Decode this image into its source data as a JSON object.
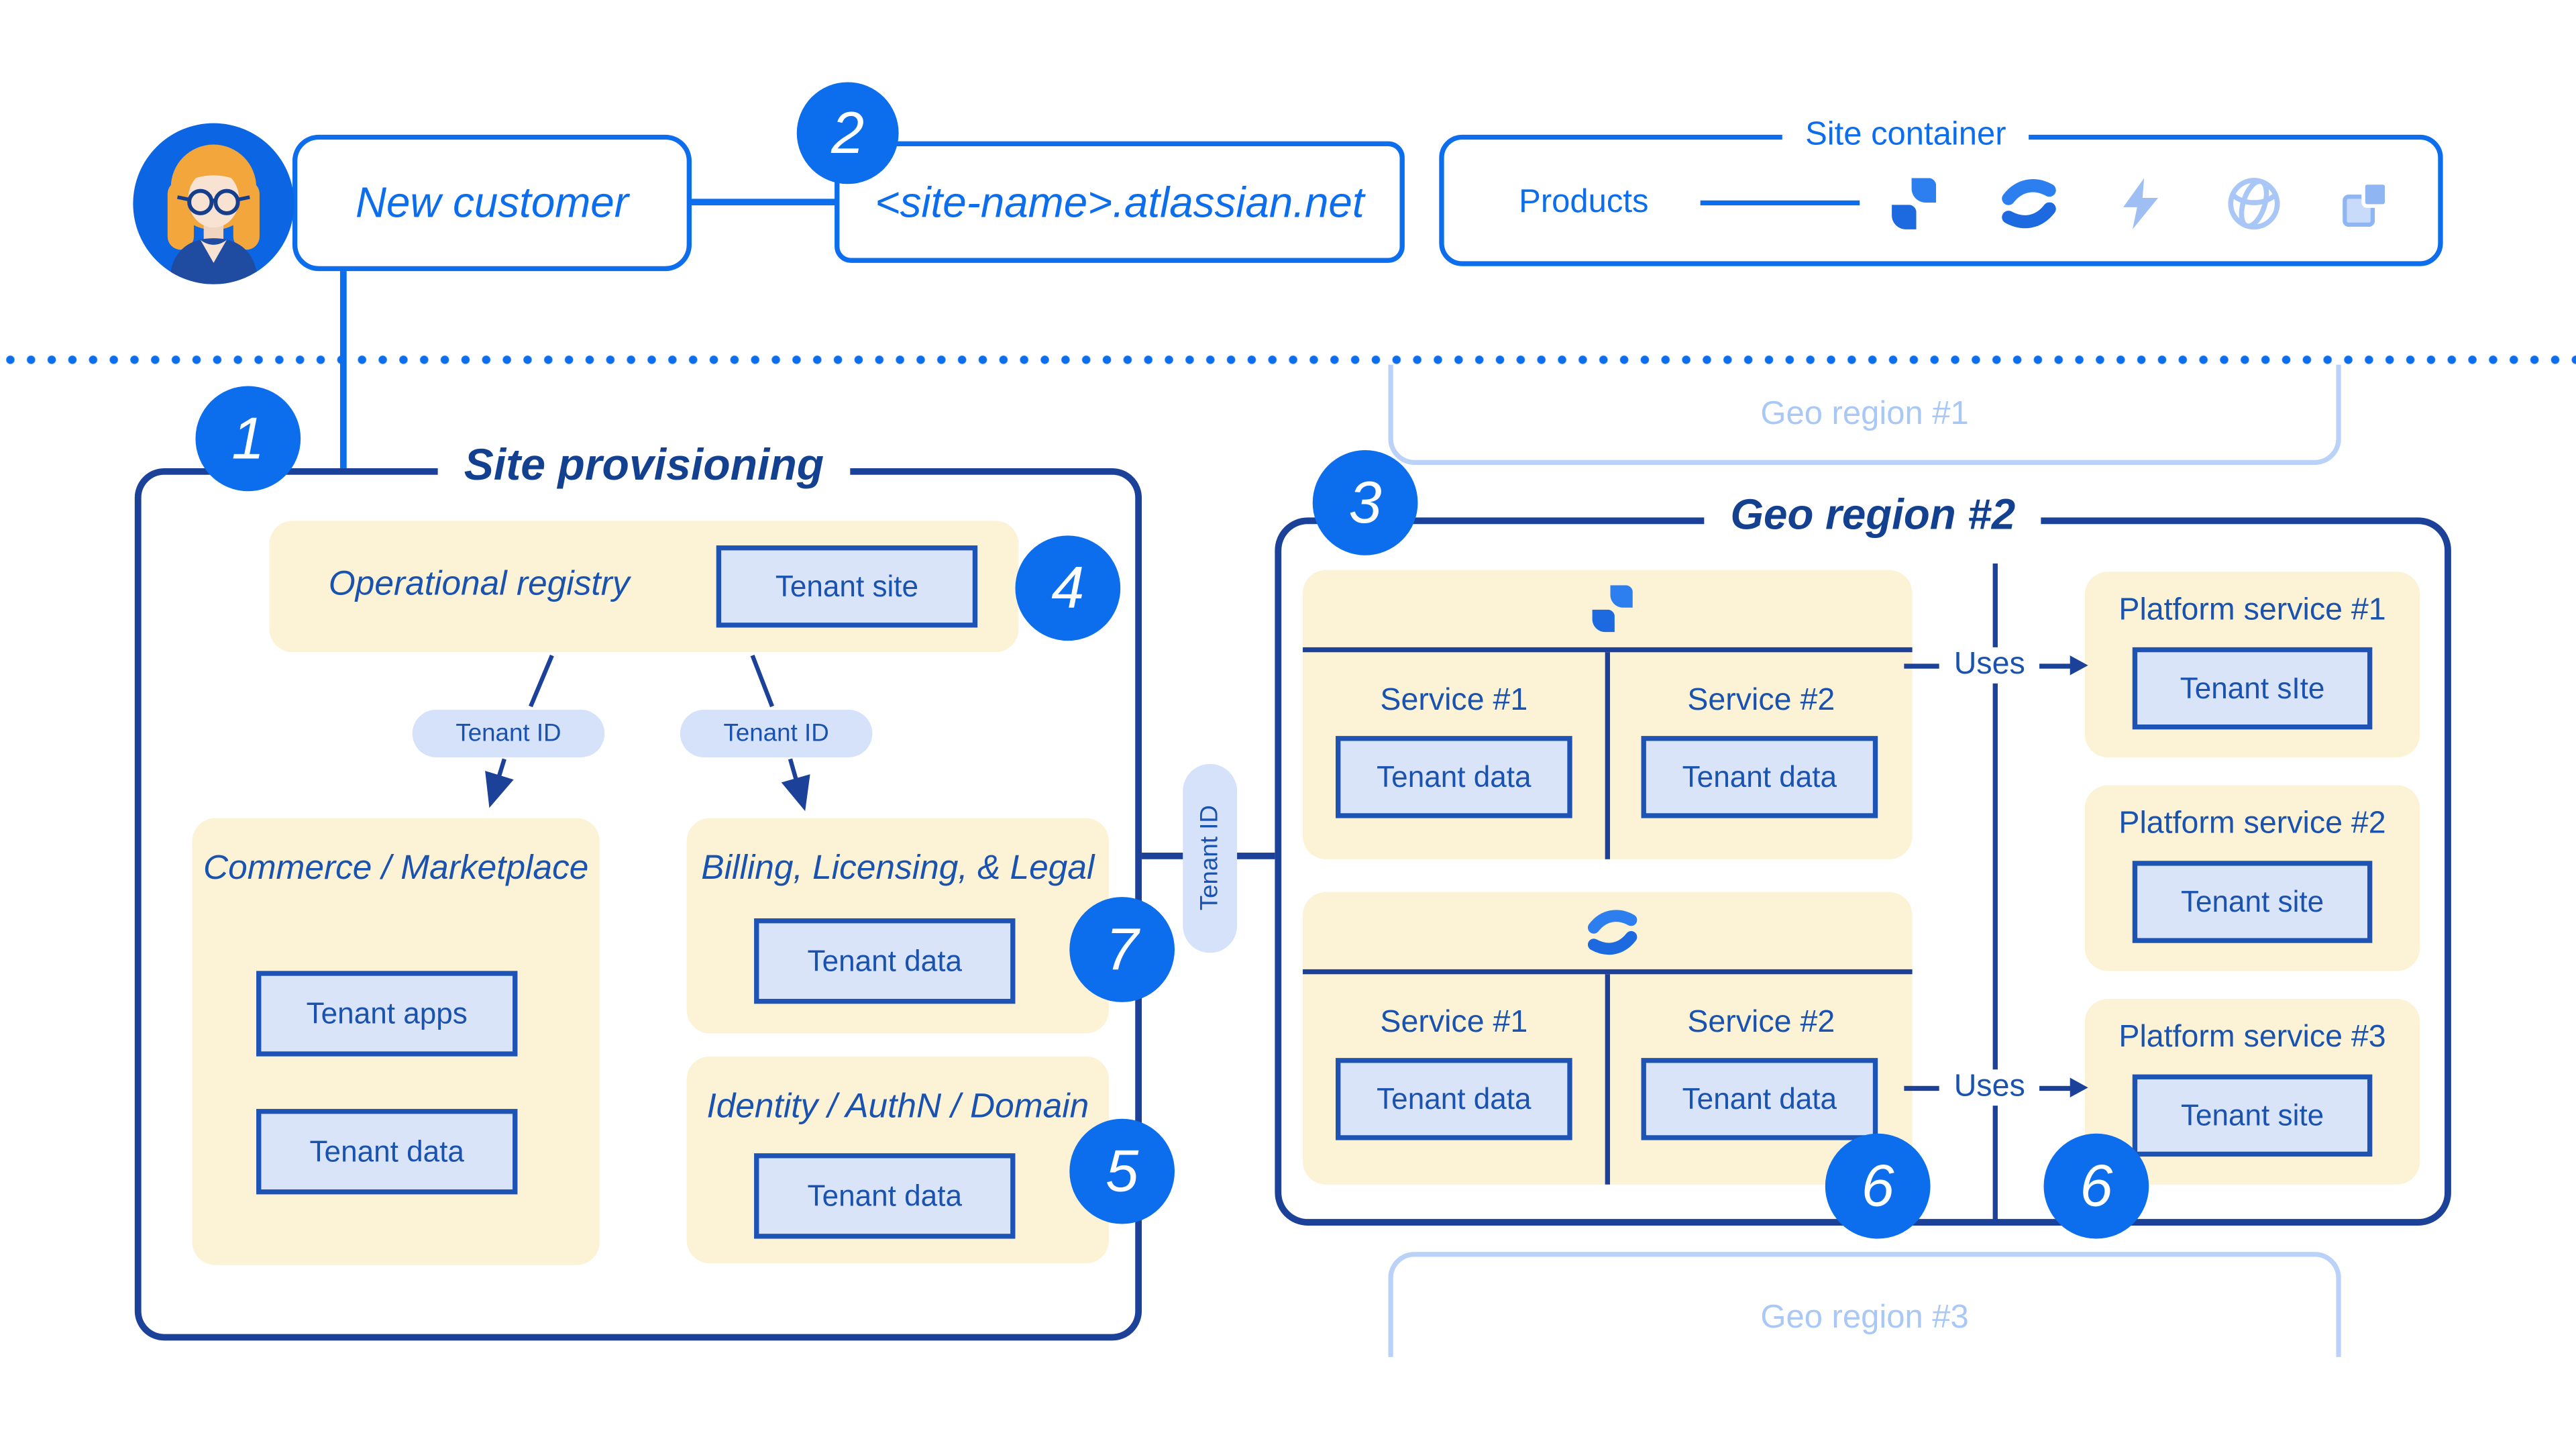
{
  "colors": {
    "accent_blue": "#0D6EED",
    "navy_border": "#1C4199",
    "navy_text": "#1A52B0",
    "yellow_fill": "#FCF2D6",
    "light_blue_fill": "#D9E4F9",
    "pill_fill": "#D6E2FA",
    "faint_blue": "#BAD2F8"
  },
  "header": {
    "new_customer": "New customer",
    "badge_2": "2",
    "site_name": "<site-name>.atlassian.net",
    "site_container": "Site container",
    "products": "Products",
    "product_icons": [
      "jira-icon",
      "confluence-icon",
      "bolt-icon",
      "globe-icon",
      "squares-icon"
    ]
  },
  "site_provisioning": {
    "badge_1": "1",
    "title": "Site provisioning",
    "badge_4": "4",
    "operational_registry": {
      "title": "Operational registry",
      "tenant_site": "Tenant site"
    },
    "tenant_id_pills": [
      "Tenant ID",
      "Tenant ID"
    ],
    "commerce": {
      "title": "Commerce / Marketplace",
      "tenant_apps": "Tenant apps",
      "tenant_data": "Tenant data"
    },
    "billing": {
      "title": "Billing, Licensing, & Legal",
      "tenant_data": "Tenant data"
    },
    "badge_7": "7",
    "identity": {
      "title": "Identity / AuthN / Domain",
      "tenant_data": "Tenant data"
    },
    "badge_5": "5"
  },
  "connector": {
    "tenant_id": "Tenant ID"
  },
  "geo_region_1": {
    "title": "Geo region #1"
  },
  "geo_region_2": {
    "badge_3": "3",
    "title": "Geo region #2",
    "jira_group": {
      "service_1": "Service #1",
      "service_2": "Service #2",
      "tenant_data_1": "Tenant data",
      "tenant_data_2": "Tenant data"
    },
    "confluence_group": {
      "service_1": "Service #1",
      "service_2": "Service #2",
      "tenant_data_1": "Tenant data",
      "tenant_data_2": "Tenant data"
    },
    "uses_top": "Uses",
    "uses_bottom": "Uses",
    "platform_service_1": {
      "title": "Platform service #1",
      "tenant_site": "Tenant sIte"
    },
    "platform_service_2": {
      "title": "Platform service #2",
      "tenant_site": "Tenant site"
    },
    "platform_service_3": {
      "title": "Platform service #3",
      "tenant_site": "Tenant site"
    },
    "badge_6_left": "6",
    "badge_6_right": "6"
  },
  "geo_region_3": {
    "title": "Geo region #3"
  }
}
